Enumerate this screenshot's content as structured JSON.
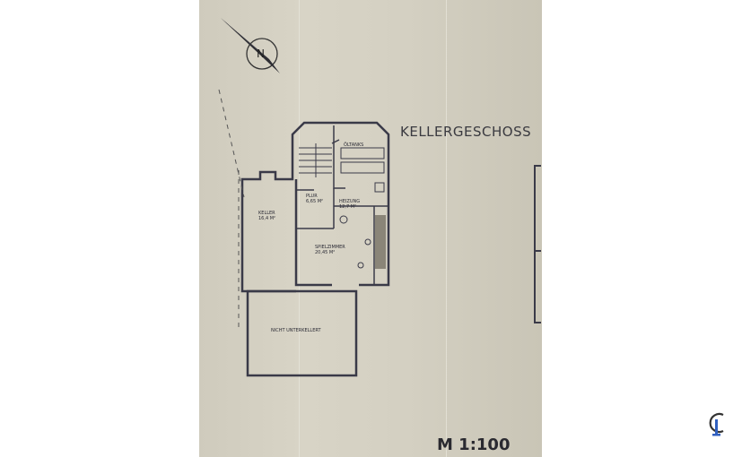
{
  "plan": {
    "title": "KELLERGESCHOSS",
    "scale": "M 1:100",
    "rooms": [
      {
        "name": "ÖLTANKS",
        "area": ""
      },
      {
        "name": "PLUR",
        "area": "6,65 M²"
      },
      {
        "name": "HEIZUNG",
        "area": "12,7 M²"
      },
      {
        "name": "KELLER",
        "area": "16,4 M²"
      },
      {
        "name": "SPIELZIMMER",
        "area": "20,45 M²"
      },
      {
        "name": "NICHT UNTERKELLERT",
        "area": ""
      }
    ]
  },
  "colors": {
    "paper": "#d4d0c2",
    "ink": "#3a3a48"
  },
  "icons": [
    "north-arrow-icon",
    "watermark-logo-icon"
  ]
}
